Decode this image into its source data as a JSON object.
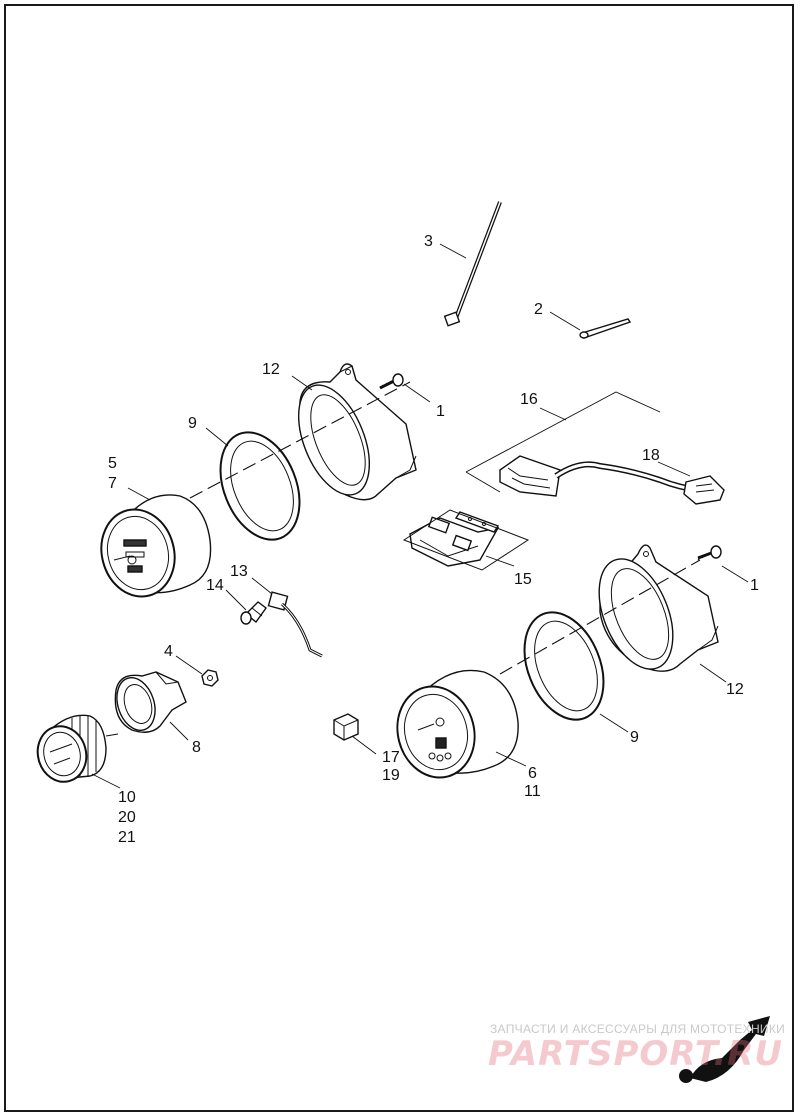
{
  "callouts": {
    "c1a": "1",
    "c1b": "1",
    "c2": "2",
    "c3": "3",
    "c4": "4",
    "c5": "5",
    "c7": "7",
    "c6": "6",
    "c11": "11",
    "c8": "8",
    "c9a": "9",
    "c9b": "9",
    "c10": "10",
    "c20": "20",
    "c21": "21",
    "c12a": "12",
    "c12b": "12",
    "c13": "13",
    "c14": "14",
    "c15": "15",
    "c16": "16",
    "c17": "17",
    "c19": "19",
    "c18": "18"
  },
  "watermark": {
    "caption": "ЗАПЧАСТИ И АКСЕССУАРЫ ДЛЯ МОТОТЕХНИКИ",
    "brand": "PARTSPORT.RU",
    "brand_color": "#e46a78"
  }
}
